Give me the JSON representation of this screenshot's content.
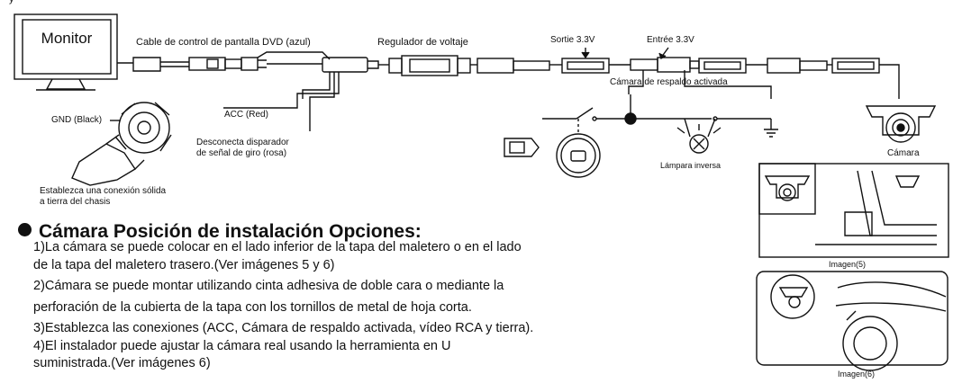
{
  "top_fragment": "y",
  "monitor": "Monitor",
  "cable_label": "Cable de control de pantalla DVD (azul)",
  "regulator_label": "Regulador de voltaje",
  "sortie_label": "Sortie 3.3V",
  "entree_label": "Entrée 3.3V",
  "reverse_active_label": "Cámara de respaldo activada",
  "gnd_label": "GND (Black)",
  "acc_label": "ACC (Red)",
  "turn_signal_label": [
    "Desconecta disparador",
    "de señal de giro (rosa)"
  ],
  "ground_note": [
    "Establezca una conexión sólida",
    "a tierra del chasis"
  ],
  "reverse_lamp_label": "Lámpara inversa",
  "camera_label": "Cámara",
  "image5_caption": "Imagen(5)",
  "image6_caption": "Imagen(6)",
  "heading": "Cámara Posición de instalación Opciones:",
  "options": [
    "1)La cámara se puede colocar en el lado inferior de la tapa del maletero o en el lado",
    "de la tapa del maletero trasero.(Ver imágenes 5 y 6)",
    "2)Cámara se puede montar utilizando cinta adhesiva de doble cara o mediante la",
    "perforación de la cubierta de la tapa con los tornillos de metal de hoja corta.",
    "3)Establezca las conexiones (ACC, Cámara de respaldo activada, vídeo RCA y tierra).",
    "4)El instalador puede ajustar la cámara real usando la herramienta en U",
    "suministrada.(Ver imágenes 6)"
  ]
}
